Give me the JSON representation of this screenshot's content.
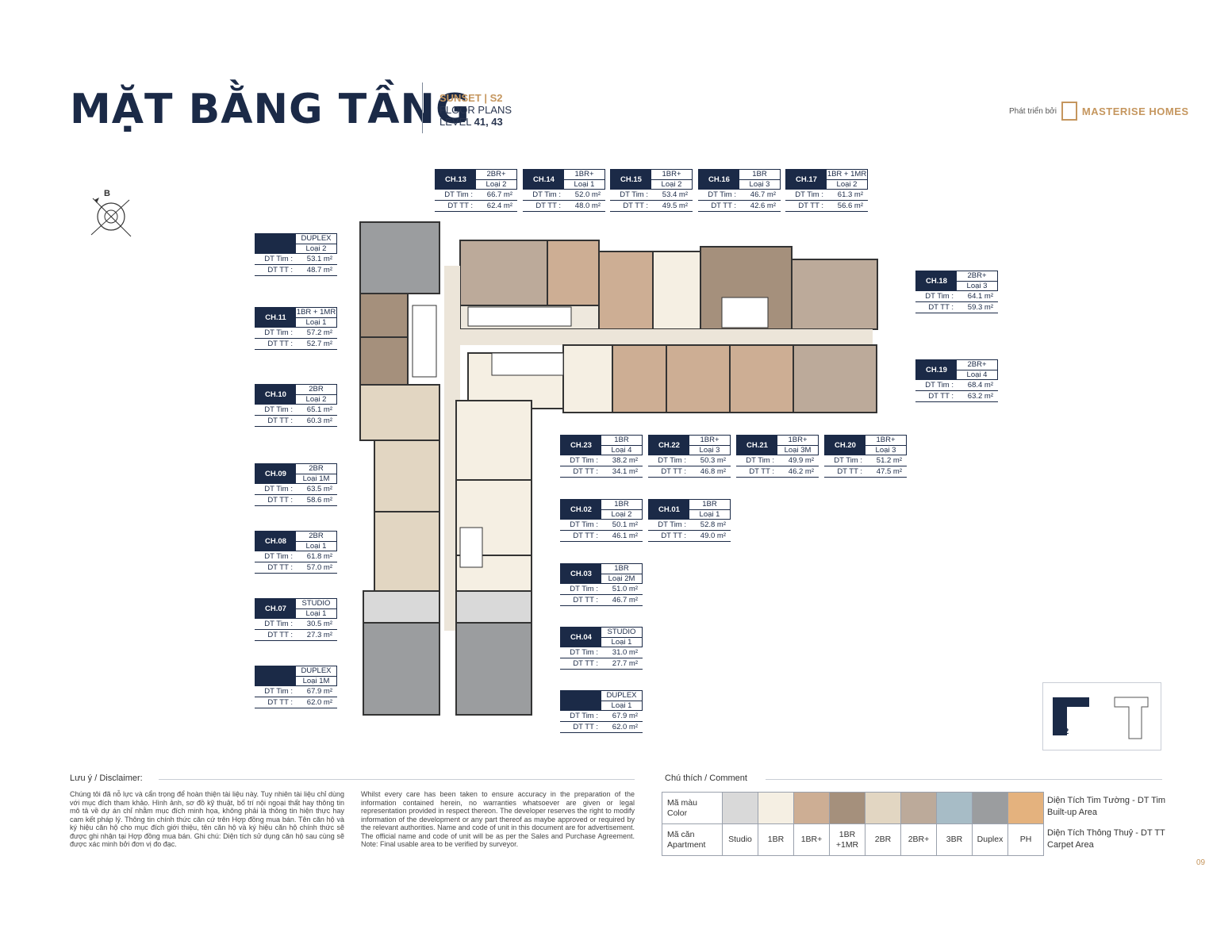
{
  "header": {
    "title": "MẶT BẰNG TẦNG",
    "sub1_a": "SUNSET",
    "sub1_sep": " | ",
    "sub1_b": "S2",
    "sub2": "FLOOR PLANS",
    "sub3_a": "LEVEL ",
    "sub3_b": "41, 43"
  },
  "brand": {
    "prefix": "Phát triển bởi",
    "name": "MASTERISE HOMES"
  },
  "compass": {
    "label": "B"
  },
  "area_labels": {
    "builtup": "DT Tim",
    "carpet": "DT TT",
    "sep": ":"
  },
  "units": [
    {
      "code": "CH.13",
      "type": "2BR+",
      "variant": "Loại 2",
      "tim": "66.7 m²",
      "tt": "62.4 m²"
    },
    {
      "code": "CH.14",
      "type": "1BR+",
      "variant": "Loại 1",
      "tim": "52.0 m²",
      "tt": "48.0 m²"
    },
    {
      "code": "CH.15",
      "type": "1BR+",
      "variant": "Loại 2",
      "tim": "53.4 m²",
      "tt": "49.5 m²"
    },
    {
      "code": "CH.16",
      "type": "1BR",
      "variant": "Loại 3",
      "tim": "46.7 m²",
      "tt": "42.6 m²"
    },
    {
      "code": "CH.17",
      "type": "1BR + 1MR",
      "variant": "Loại 2",
      "tim": "61.3 m²",
      "tt": "56.6 m²"
    },
    {
      "code": "",
      "type": "DUPLEX",
      "variant": "Loại 2",
      "tim": "53.1 m²",
      "tt": "48.7 m²"
    },
    {
      "code": "CH.11",
      "type": "1BR + 1MR",
      "variant": "Loại 1",
      "tim": "57.2 m²",
      "tt": "52.7 m²"
    },
    {
      "code": "CH.10",
      "type": "2BR",
      "variant": "Loại 2",
      "tim": "65.1 m²",
      "tt": "60.3 m²"
    },
    {
      "code": "CH.09",
      "type": "2BR",
      "variant": "Loại 1M",
      "tim": "63.5 m²",
      "tt": "58.6 m²"
    },
    {
      "code": "CH.08",
      "type": "2BR",
      "variant": "Loại 1",
      "tim": "61.8 m²",
      "tt": "57.0 m²"
    },
    {
      "code": "CH.07",
      "type": "STUDIO",
      "variant": "Loại 1",
      "tim": "30.5 m²",
      "tt": "27.3 m²"
    },
    {
      "code": "",
      "type": "DUPLEX",
      "variant": "Loại 1M",
      "tim": "67.9 m²",
      "tt": "62.0 m²"
    },
    {
      "code": "CH.18",
      "type": "2BR+",
      "variant": "Loại 3",
      "tim": "64.1 m²",
      "tt": "59.3 m²"
    },
    {
      "code": "CH.19",
      "type": "2BR+",
      "variant": "Loại 4",
      "tim": "68.4 m²",
      "tt": "63.2 m²"
    },
    {
      "code": "CH.23",
      "type": "1BR",
      "variant": "Loại 4",
      "tim": "38.2 m²",
      "tt": "34.1 m²"
    },
    {
      "code": "CH.22",
      "type": "1BR+",
      "variant": "Loại 3",
      "tim": "50.3 m²",
      "tt": "46.8 m²"
    },
    {
      "code": "CH.21",
      "type": "1BR+",
      "variant": "Loại 3M",
      "tim": "49.9 m²",
      "tt": "46.2 m²"
    },
    {
      "code": "CH.20",
      "type": "1BR+",
      "variant": "Loại 3",
      "tim": "51.2 m²",
      "tt": "47.5 m²"
    },
    {
      "code": "CH.02",
      "type": "1BR",
      "variant": "Loại 2",
      "tim": "50.1 m²",
      "tt": "46.1 m²"
    },
    {
      "code": "CH.01",
      "type": "1BR",
      "variant": "Loại 1",
      "tim": "52.8 m²",
      "tt": "49.0 m²"
    },
    {
      "code": "CH.03",
      "type": "1BR",
      "variant": "Loại 2M",
      "tim": "51.0 m²",
      "tt": "46.7 m²"
    },
    {
      "code": "CH.04",
      "type": "STUDIO",
      "variant": "Loại 1",
      "tim": "31.0 m²",
      "tt": "27.7 m²"
    },
    {
      "code": "",
      "type": "DUPLEX",
      "variant": "Loại 1",
      "tim": "67.9 m²",
      "tt": "62.0 m²"
    }
  ],
  "key_map": {
    "label": "S2"
  },
  "disclaimer": {
    "heading": "Lưu ý / Disclaimer:",
    "vi": "Chúng tôi đã nỗ lực và cẩn trọng để hoàn thiện tài liệu này. Tuy nhiên tài liệu chỉ dùng với mục đích tham khảo. Hình ảnh, sơ đồ kỹ thuật, bố trí nội ngoại thất hay thông tin mô tả về dự án chỉ nhằm mục đích minh họa, không phải là thông tin hiện thực hay cam kết pháp lý. Thông tin chính thức căn cứ trên Hợp đồng mua bán. Tên căn hộ và ký hiệu căn hộ cho mục đích giới thiệu, tên căn hộ và ký hiệu căn hộ chính thức sẽ được ghi nhận tại Hợp đồng mua bán. Ghi chú: Diện tích sử dụng căn hộ sau cùng sẽ được xác minh bởi đơn vị đo đạc.",
    "en": "Whilst every care has been taken to ensure accuracy in the preparation of the information contained herein, no warranties whatsoever are given or legal representation provided in respect thereon. The developer reserves the right to modify information of the development or any part thereof as maybe approved or required by the relevant authorities. Name and code of unit in this document are for advertisement. The official name and code of unit will be as per the Sales and Purchase Agreement. Note: Final usable area to be verified by surveyor."
  },
  "legend": {
    "heading": "Chú thích / Comment",
    "color_label_1": "Mã màu",
    "color_label_2": "Color",
    "apt_label_1": "Mã căn",
    "apt_label_2": "Apartment",
    "items": [
      {
        "name": "Studio",
        "color": "#d9d9d9"
      },
      {
        "name": "1BR",
        "color": "#f5efe3"
      },
      {
        "name": "1BR+",
        "color": "#cdae94"
      },
      {
        "name": "1BR +1MR",
        "color": "#a5907c"
      },
      {
        "name": "2BR",
        "color": "#e2d6c2"
      },
      {
        "name": "2BR+",
        "color": "#bcaa9a"
      },
      {
        "name": "3BR",
        "color": "#a7bcc6"
      },
      {
        "name": "Duplex",
        "color": "#9b9d9f"
      },
      {
        "name": "PH",
        "color": "#e4b27e"
      }
    ],
    "builtup_1": "Diện Tích Tim Tường - DT Tim",
    "builtup_2": "Built-up Area",
    "carpet_1": "Diện Tích Thông Thuỷ - DT TT",
    "carpet_2": "Carpet Area"
  },
  "page_number": "09",
  "colors": {
    "navy": "#1b2a47",
    "gold": "#c5965e"
  }
}
